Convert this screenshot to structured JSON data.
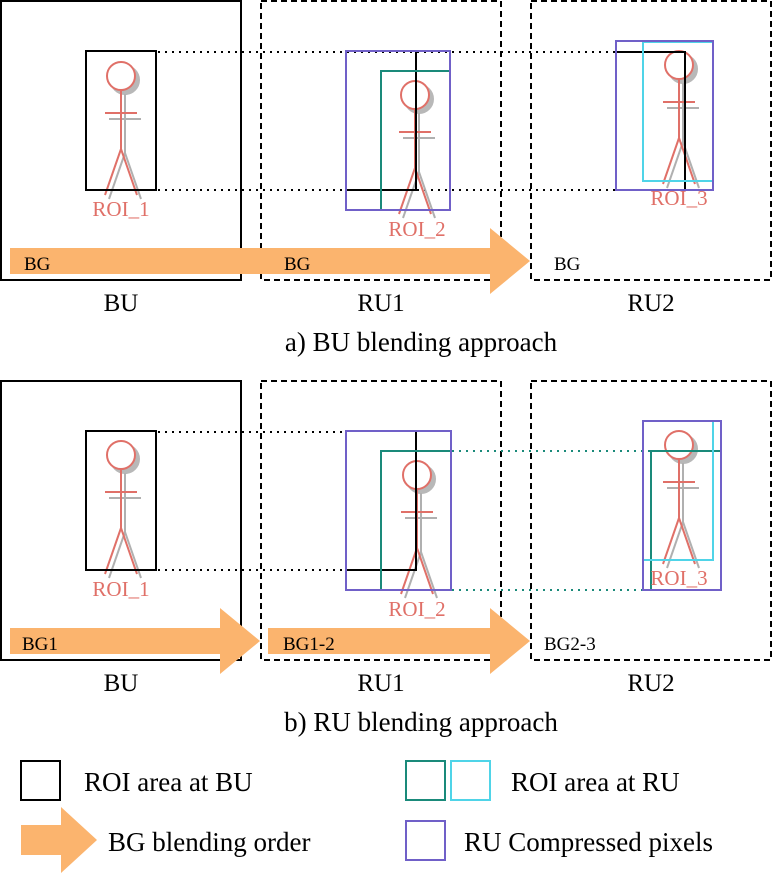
{
  "panel_a": {
    "caption": "a) BU blending approach",
    "unit_labels": [
      "BU",
      "RU1",
      "RU2"
    ],
    "roi_labels": [
      "ROI_1",
      "ROI_2",
      "ROI_3"
    ],
    "bg_labels": [
      "BG",
      "BG",
      "BG"
    ]
  },
  "panel_b": {
    "caption": "b) RU blending approach",
    "unit_labels": [
      "BU",
      "RU1",
      "RU2"
    ],
    "roi_labels": [
      "ROI_1",
      "ROI_2",
      "ROI_3"
    ],
    "bg_labels": [
      "BG1",
      "BG1-2",
      "BG2-3"
    ]
  },
  "legend": {
    "roi_bu": "ROI area at BU",
    "roi_ru": "ROI area at RU",
    "blend_order": "BG blending order",
    "ru_pixels": "RU Compressed pixels"
  },
  "colors": {
    "roi_bu": "#000000",
    "roi_ru_green": "#1a8a7a",
    "roi_ru_cyan": "#4fd4e8",
    "ru_pixels": "#7060c8",
    "arrow": "#fbb46e",
    "figure": "#e07068"
  }
}
